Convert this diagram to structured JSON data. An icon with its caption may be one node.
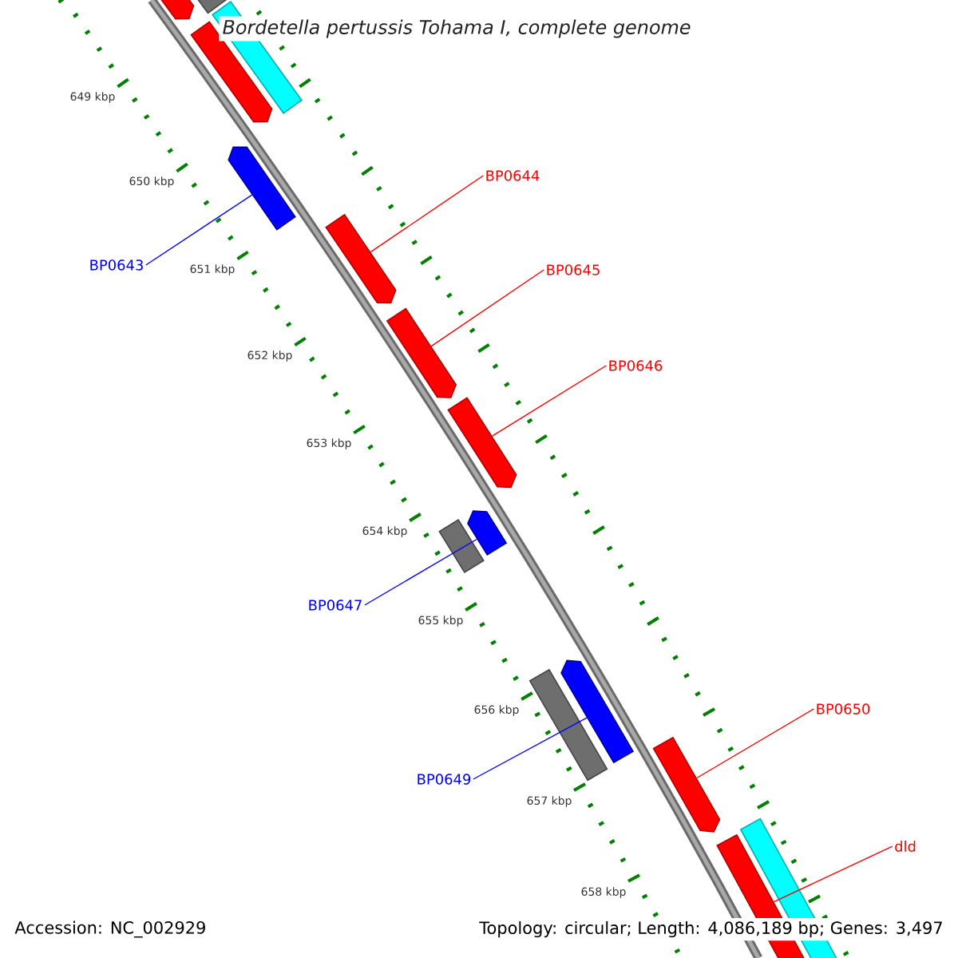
{
  "diagram": {
    "title": "Bordetella pertussis Tohama I, complete genome",
    "nodes": [
      {
        "text": [],
        "shape": "arrow"
      },
      {
        "text": [],
        "shape": "bar"
      },
      {
        "text": [],
        "shape": "arrow"
      },
      {
        "text": [],
        "shape": "bar"
      },
      {
        "text": [],
        "shape": "arrow"
      },
      {
        "text": [],
        "shape": "arrow"
      },
      {
        "text": [],
        "shape": "arrow"
      },
      {
        "text": [],
        "shape": "arrow"
      },
      {
        "text": [],
        "shape": "bar"
      },
      {
        "text": [],
        "shape": "arrow"
      },
      {
        "text": [],
        "shape": "bar"
      },
      {
        "text": [],
        "shape": "arrow"
      },
      {
        "text": [],
        "shape": "arrow"
      },
      {
        "text": [],
        "shape": "arrow"
      },
      {
        "text": [],
        "shape": "bar"
      },
      {
        "text": [
          "BP0644"
        ]
      },
      {
        "text": [
          "BP0643"
        ]
      },
      {
        "text": [
          "BP0645"
        ]
      },
      {
        "text": [
          "BP0646"
        ]
      },
      {
        "text": [
          "BP0647"
        ]
      },
      {
        "text": [
          "BP0650"
        ]
      },
      {
        "text": [
          "BP0649"
        ]
      },
      {
        "text": [
          "dld"
        ]
      }
    ],
    "edges": [
      {
        "from": 15,
        "to": 5,
        "arrow": "none",
        "color": "#ff0000"
      },
      {
        "from": 16,
        "to": 4,
        "arrow": "none",
        "color": "#0000ff"
      },
      {
        "from": 17,
        "to": 6,
        "arrow": "none",
        "color": "#ff0000"
      },
      {
        "from": 18,
        "to": 7,
        "arrow": "none",
        "color": "#ff0000"
      },
      {
        "from": 19,
        "to": 9,
        "arrow": "none",
        "color": "#0000ff"
      },
      {
        "from": 20,
        "to": 12,
        "arrow": "none",
        "color": "#ff0000"
      },
      {
        "from": 21,
        "to": 11,
        "arrow": "none",
        "color": "#0000ff"
      },
      {
        "from": 22,
        "to": 13,
        "arrow": "none",
        "color": "#ff0000"
      }
    ],
    "labels": [
      "649 kbp",
      "650 kbp",
      "651 kbp",
      "652 kbp",
      "653 kbp",
      "654 kbp",
      "655 kbp",
      "656 kbp",
      "657 kbp",
      "658 kbp",
      "Accession: NC_002929",
      "Topology: circular; Length: 4,086,189 bp; Genes: 3,497"
    ]
  }
}
